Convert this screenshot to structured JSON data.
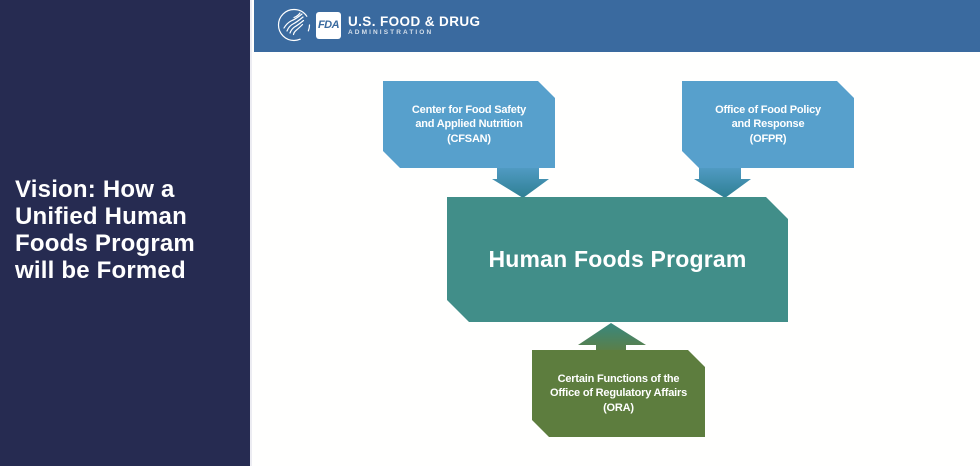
{
  "sidebar": {
    "title": "Vision: How a\nUnified Human\nFoods Program\nwill be Formed"
  },
  "header": {
    "agency_badge": "FDA",
    "wordmark_line1": "U.S. FOOD & DRUG",
    "wordmark_line2": "ADMINISTRATION",
    "logo_icon": "hhs-eagle-icon",
    "background_color": "#3a6a9f"
  },
  "diagram": {
    "nodes": [
      {
        "id": "cfsan",
        "label": "Center for Food Safety\nand Applied Nutrition\n(CFSAN)",
        "color": "#57a0cc"
      },
      {
        "id": "ofpr",
        "label": "Office of Food Policy\nand Response\n(OFPR)",
        "color": "#57a0cc"
      },
      {
        "id": "hfp",
        "label": "Human Foods Program",
        "color": "#418e89"
      },
      {
        "id": "ora",
        "label": "Certain Functions of the\nOffice of Regulatory Affairs\n(ORA)",
        "color": "#5d7d3e"
      }
    ],
    "edges": [
      {
        "from": "cfsan",
        "to": "hfp",
        "direction": "down"
      },
      {
        "from": "ofpr",
        "to": "hfp",
        "direction": "down"
      },
      {
        "from": "ora",
        "to": "hfp",
        "direction": "up"
      }
    ]
  },
  "colors": {
    "sidebar_navy": "#262b51",
    "header_blue": "#3a6a9f",
    "node_blue": "#57a0cc",
    "node_teal": "#418e89",
    "node_green": "#5d7d3e",
    "down_arrow_top": "#57a0cc",
    "down_arrow_tip": "#2e7f93",
    "up_arrow_top": "#38887f",
    "up_arrow_bottom": "#5e7e43",
    "background": "#fffffe"
  }
}
